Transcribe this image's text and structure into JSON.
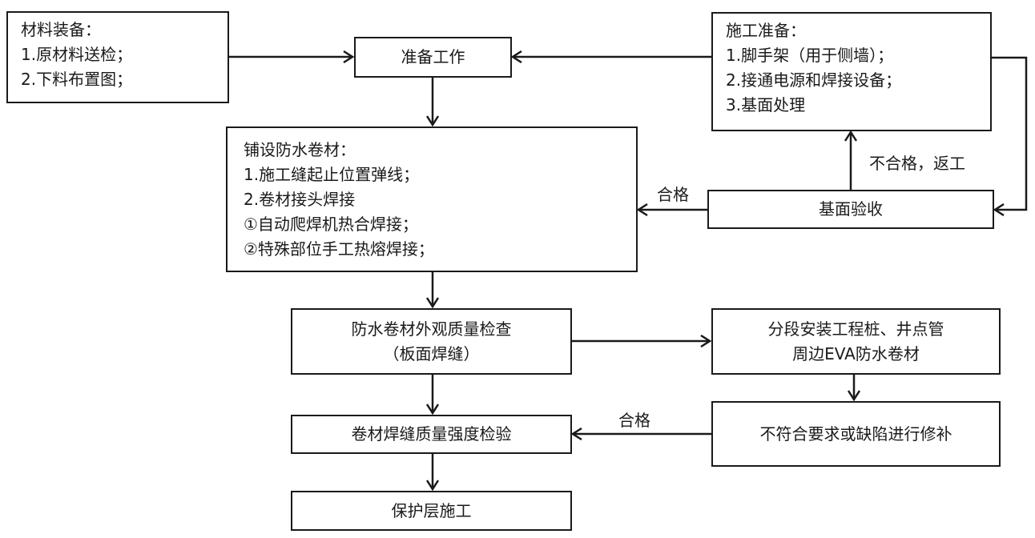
{
  "diagram": {
    "type": "flowchart",
    "nodes": {
      "materials": {
        "title": "材料装备：",
        "items": [
          "1.原材料送检；",
          "2.下料布置图；"
        ]
      },
      "preparation": {
        "label": "准备工作"
      },
      "construction_prep": {
        "title": "施工准备：",
        "items": [
          "1.脚手架（用于侧墙）；",
          "2.接通电源和焊接设备；",
          "3.基面处理"
        ]
      },
      "laying": {
        "title": "铺设防水卷材：",
        "items": [
          "1.施工缝起止位置弹线；",
          "2.卷材接头焊接",
          "①自动爬焊机热合焊接；",
          "②特殊部位手工热熔焊接；"
        ]
      },
      "base_acceptance": {
        "label": "基面验收"
      },
      "appearance_check": {
        "lines": [
          "防水卷材外观质量检查",
          "（板面焊缝）"
        ]
      },
      "eva_install": {
        "lines": [
          "分段安装工程桩、井点管",
          "周边EVA防水卷材"
        ]
      },
      "weld_strength": {
        "label": "卷材焊缝质量强度检验"
      },
      "repair": {
        "label": "不符合要求或缺陷进行修补"
      },
      "protective_layer": {
        "label": "保护层施工"
      }
    },
    "edge_labels": {
      "base_pass": "合格",
      "base_fail": "不合格，返工",
      "repair_pass": "合格"
    },
    "edges": [
      {
        "from": "materials",
        "to": "preparation"
      },
      {
        "from": "construction_prep",
        "to": "preparation"
      },
      {
        "from": "construction_prep",
        "to": "base_acceptance"
      },
      {
        "from": "base_acceptance",
        "to": "construction_prep",
        "label": "不合格，返工"
      },
      {
        "from": "base_acceptance",
        "to": "laying",
        "label": "合格"
      },
      {
        "from": "preparation",
        "to": "laying"
      },
      {
        "from": "laying",
        "to": "appearance_check"
      },
      {
        "from": "appearance_check",
        "to": "eva_install"
      },
      {
        "from": "eva_install",
        "to": "repair"
      },
      {
        "from": "repair",
        "to": "weld_strength",
        "label": "合格"
      },
      {
        "from": "appearance_check",
        "to": "weld_strength"
      },
      {
        "from": "weld_strength",
        "to": "protective_layer"
      }
    ]
  }
}
